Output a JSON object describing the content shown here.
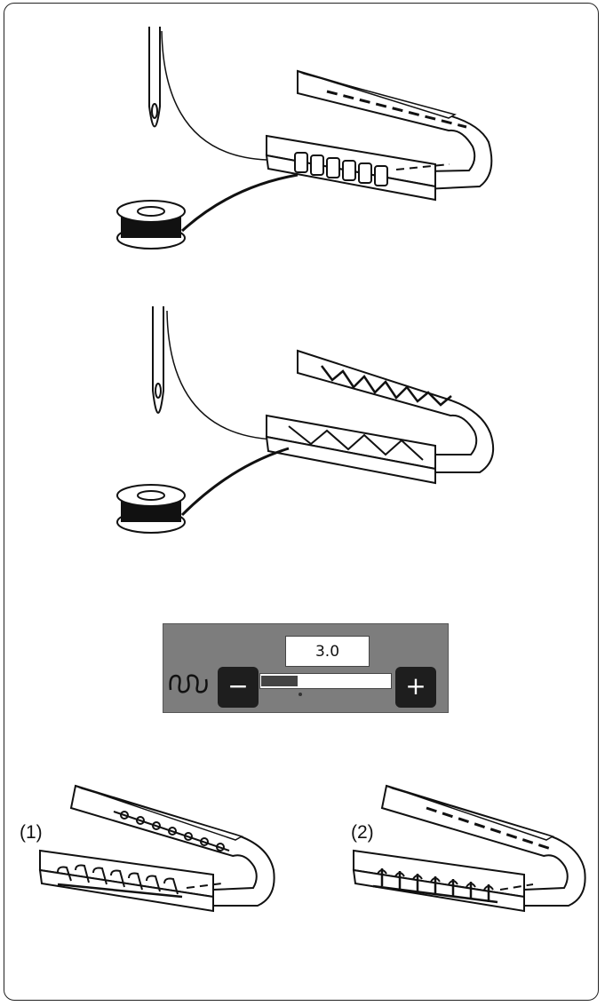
{
  "stitch_width_control": {
    "value": "3.0",
    "minus_label": "−",
    "plus_label": "+",
    "level_fraction": 0.28,
    "icon": "overcast-stitch-icon"
  },
  "results": {
    "label_1": "(1)",
    "label_2": "(2)"
  },
  "colors": {
    "panel": "#7d7d7d",
    "button": "#1e1e1e",
    "thread": "#111111"
  }
}
